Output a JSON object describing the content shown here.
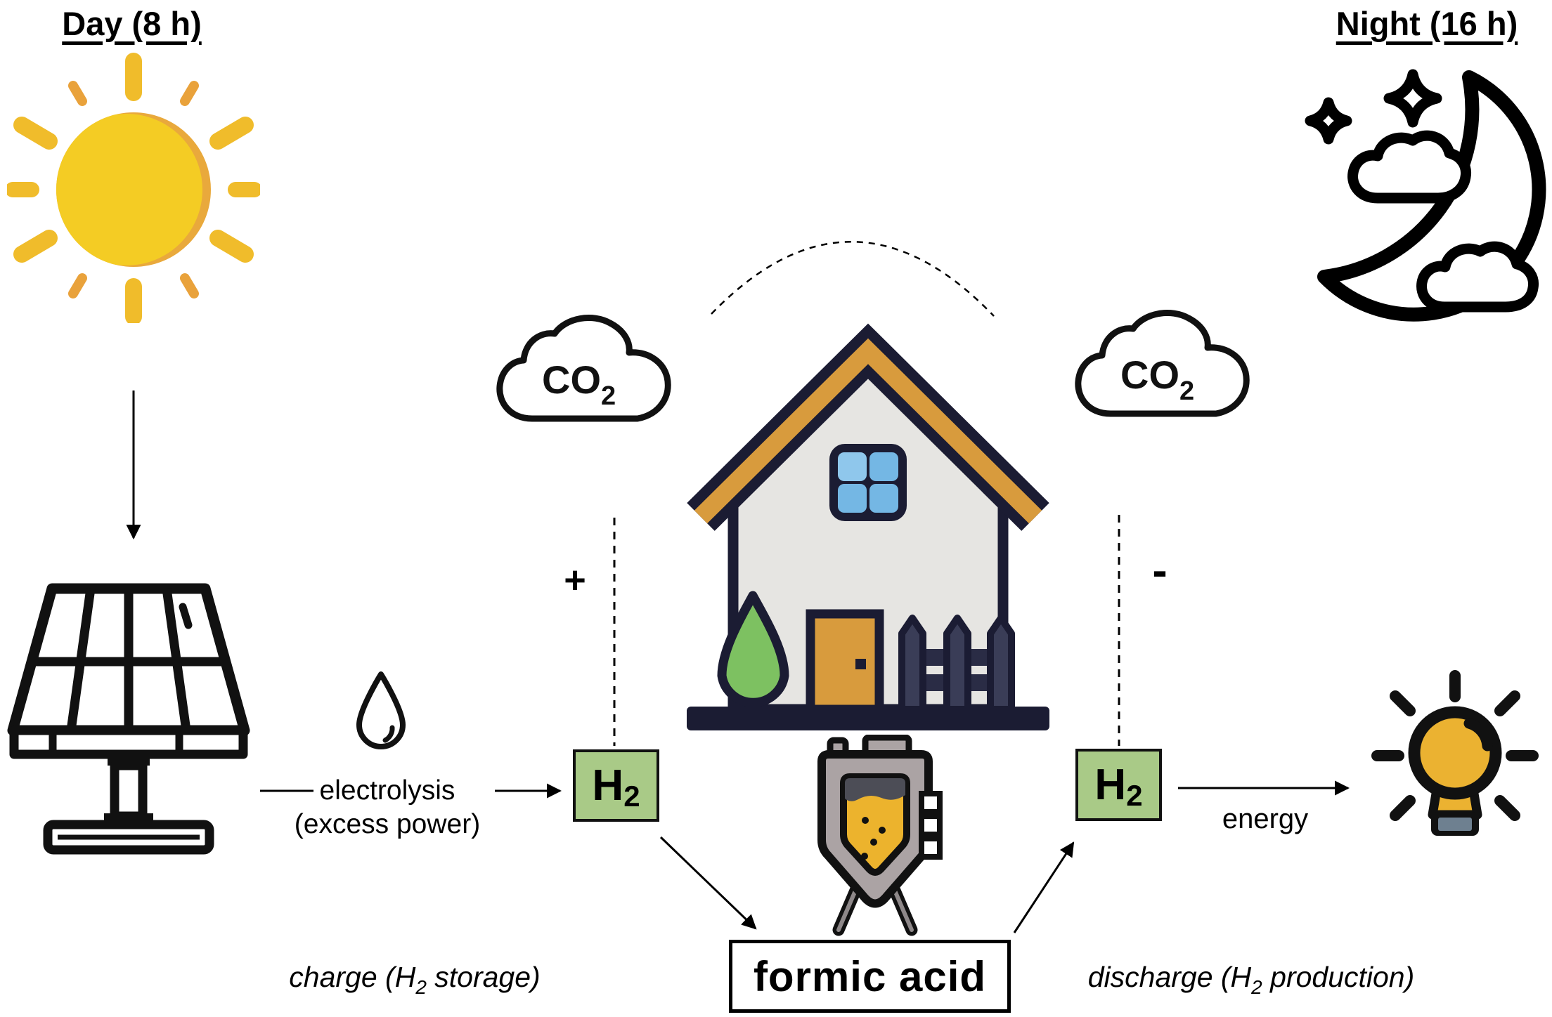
{
  "day": {
    "label": "Day (8 h)"
  },
  "night": {
    "label": "Night (16 h)"
  },
  "labels": {
    "electrolysis_line1": "electrolysis",
    "electrolysis_line2": "(excess power)",
    "energy": "energy",
    "formic_acid": "formic acid",
    "plus": "+",
    "minus": "-"
  },
  "h2": {
    "symbol": "H",
    "subscript": "2"
  },
  "co2": {
    "symbol": "CO",
    "subscript": "2"
  },
  "charge": {
    "pre": "charge (H",
    "sub": "2",
    "post": " storage)"
  },
  "discharge": {
    "pre": "discharge (H",
    "sub": "2",
    "post": " production)"
  },
  "icons": {
    "sun": "sun-icon",
    "night": "moon-stars-clouds-icon",
    "solar_panel": "solar-panel-icon",
    "water_droplet": "water-droplet-icon",
    "co2_cloud_left": "co2-cloud-icon",
    "co2_cloud_right": "co2-cloud-icon",
    "house": "house-icon",
    "reactor": "formic-acid-reactor-icon",
    "lightbulb": "lightbulb-icon"
  },
  "colors": {
    "h2_box_green": "#A9CA87",
    "outline_navy": "#1B1C33",
    "roof_orange": "#D89B3D",
    "house_gray": "#E6E5E2",
    "window_blue": "#74B7E4",
    "window_blue_light": "#8FC7EC",
    "tree_green": "#7DC161",
    "fence_navy": "#3A3D57",
    "fence_rail_navy": "#2A2C45",
    "sun_yellow": "#F4CC24",
    "sun_shade_orange": "#E9A93C",
    "ray_yellow": "#F0BC2B",
    "ray_orange": "#E9A23B",
    "vessel_gray": "#ABA3A4",
    "vessel_dark": "#4C4D56",
    "liquid_amber": "#ECB32D",
    "bulb_yellow": "#EBB231",
    "bulb_base_gray": "#6E8090",
    "ink": "#111111"
  }
}
